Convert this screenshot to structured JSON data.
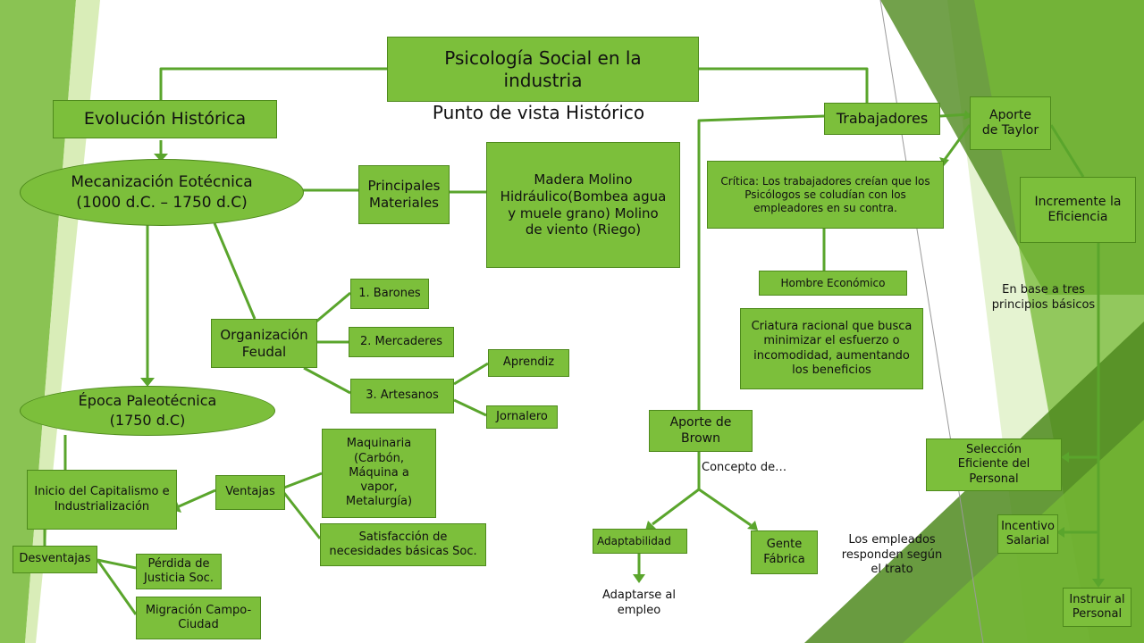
{
  "colors": {
    "node_fill": "#7cbf3b",
    "node_border": "#4e8a1c",
    "connector": "#5aa52c",
    "decor_dark": "#4f8a1e",
    "decor_mid": "#76b935",
    "decor_light": "#cfe8a6"
  },
  "title": {
    "line1": "Psicología Social en la",
    "line2": "industria",
    "subtitle": "Punto de vista Histórico"
  },
  "left": {
    "evolucion": "Evolución Histórica",
    "mecanizacion": "Mecanización Eotécnica (1000 d.C. – 1750 d.C)",
    "principales": "Principales Materiales",
    "madera": "Madera Molino Hidráulico(Bombea agua y muele grano) Molino de viento (Riego)",
    "organizacion": "Organización Feudal",
    "barones": "1. Barones",
    "mercaderes": "2. Mercaderes",
    "artesanos": "3. Artesanos",
    "aprendiz": "Aprendiz",
    "jornalero": "Jornalero",
    "epoca": "Época Paleotécnica (1750 d.C)",
    "inicio": "Inicio del Capitalismo e Industrialización",
    "ventajas": "Ventajas",
    "maquinaria": "Maquinaria (Carbón, Máquina a vapor, Metalurgía)",
    "satisfaccion": "Satisfacción de necesidades básicas Soc.",
    "desventajas": "Desventajas",
    "perdida": "Pérdida de Justicia Soc.",
    "migracion": "Migración Campo-Ciudad"
  },
  "right": {
    "trabajadores": "Trabajadores",
    "critica": "Crítica: Los trabajadores creían que los Psicólogos se coludían con los empleadores en su contra.",
    "hombre": "Hombre Económico",
    "criatura": "Criatura racional que busca minimizar el esfuerzo o incomodidad, aumentando los beneficios",
    "brown": "Aporte de Brown",
    "concepto": "Concepto de…",
    "adaptabilidad": "Adaptabilidad",
    "adaptarse": "Adaptarse al empleo",
    "gente": "Gente Fábrica",
    "empleados": "Los empleados responden según el trato",
    "taylor": "Aporte de Taylor",
    "incremente": "Incremente la Eficiencia",
    "base": "En base a tres principios básicos",
    "seleccion": "Selección Eficiente del Personal",
    "incentivo": "Incentivo Salarial",
    "instruir": "Instruir al Personal"
  }
}
